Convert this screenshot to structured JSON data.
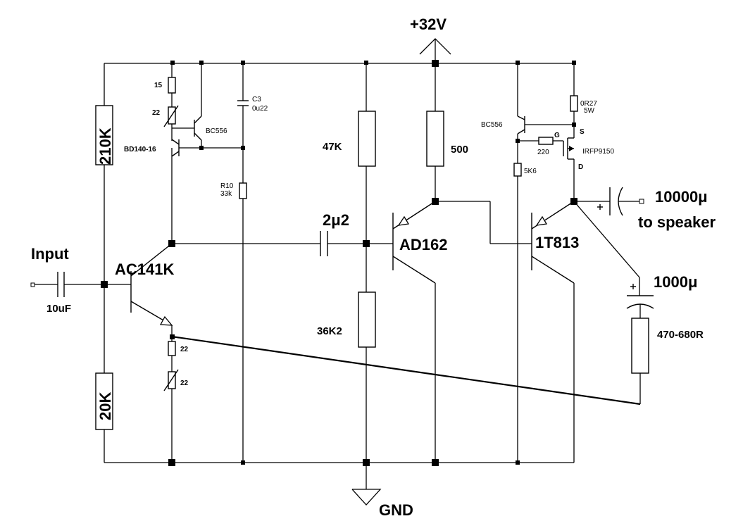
{
  "labels": {
    "supply": "+32V",
    "ground": "GND",
    "input": "Input",
    "input_cap": "10uF",
    "r_top_bias": "210K",
    "r_bottom_bias": "20K",
    "q1": "AC141K",
    "r15": "15",
    "trim22_top": "22",
    "bc556_left": "BC556",
    "bd140": "BD140-16",
    "c3_name": "C3",
    "c3_value": "0u22",
    "r10_name": "R10",
    "r10_value": "33k",
    "r22_emitter": "22",
    "trim22_emitter": "22",
    "r47k": "47K",
    "r36k2": "36K2",
    "coupling_cap": "2μ2",
    "q_ad162": "AD162",
    "r500": "500",
    "q_1t813": "1T813",
    "bc556_right": "BC556",
    "r220": "220",
    "gate": "G",
    "r5k6": "5K6",
    "r0r27": "0R27",
    "r0r27_power": "5W",
    "source": "S",
    "drain": "D",
    "mosfet": "IRFP9150",
    "out_cap": "10000μ",
    "out_note": "to speaker",
    "fb_cap": "1000μ",
    "fb_res": "470-680R"
  }
}
